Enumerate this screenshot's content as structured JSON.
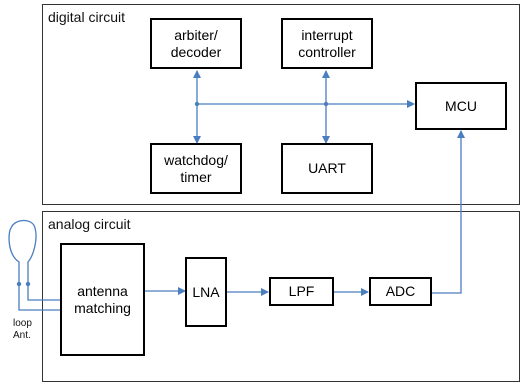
{
  "regions": {
    "digital": {
      "label": "digital circuit"
    },
    "analog": {
      "label": "analog circuit"
    }
  },
  "blocks": {
    "arbiter": "arbiter/\ndecoder",
    "interrupt": "interrupt\ncontroller",
    "mcu": "MCU",
    "watchdog": "watchdog/\ntimer",
    "uart": "UART",
    "antenna_matching": "antenna\nmatching",
    "lna": "LNA",
    "lpf": "LPF",
    "adc": "ADC"
  },
  "antenna": {
    "label": "loop\nAnt."
  },
  "colors": {
    "wire": "#4a7ebf",
    "block_border": "#000000",
    "region_border": "#333333"
  }
}
